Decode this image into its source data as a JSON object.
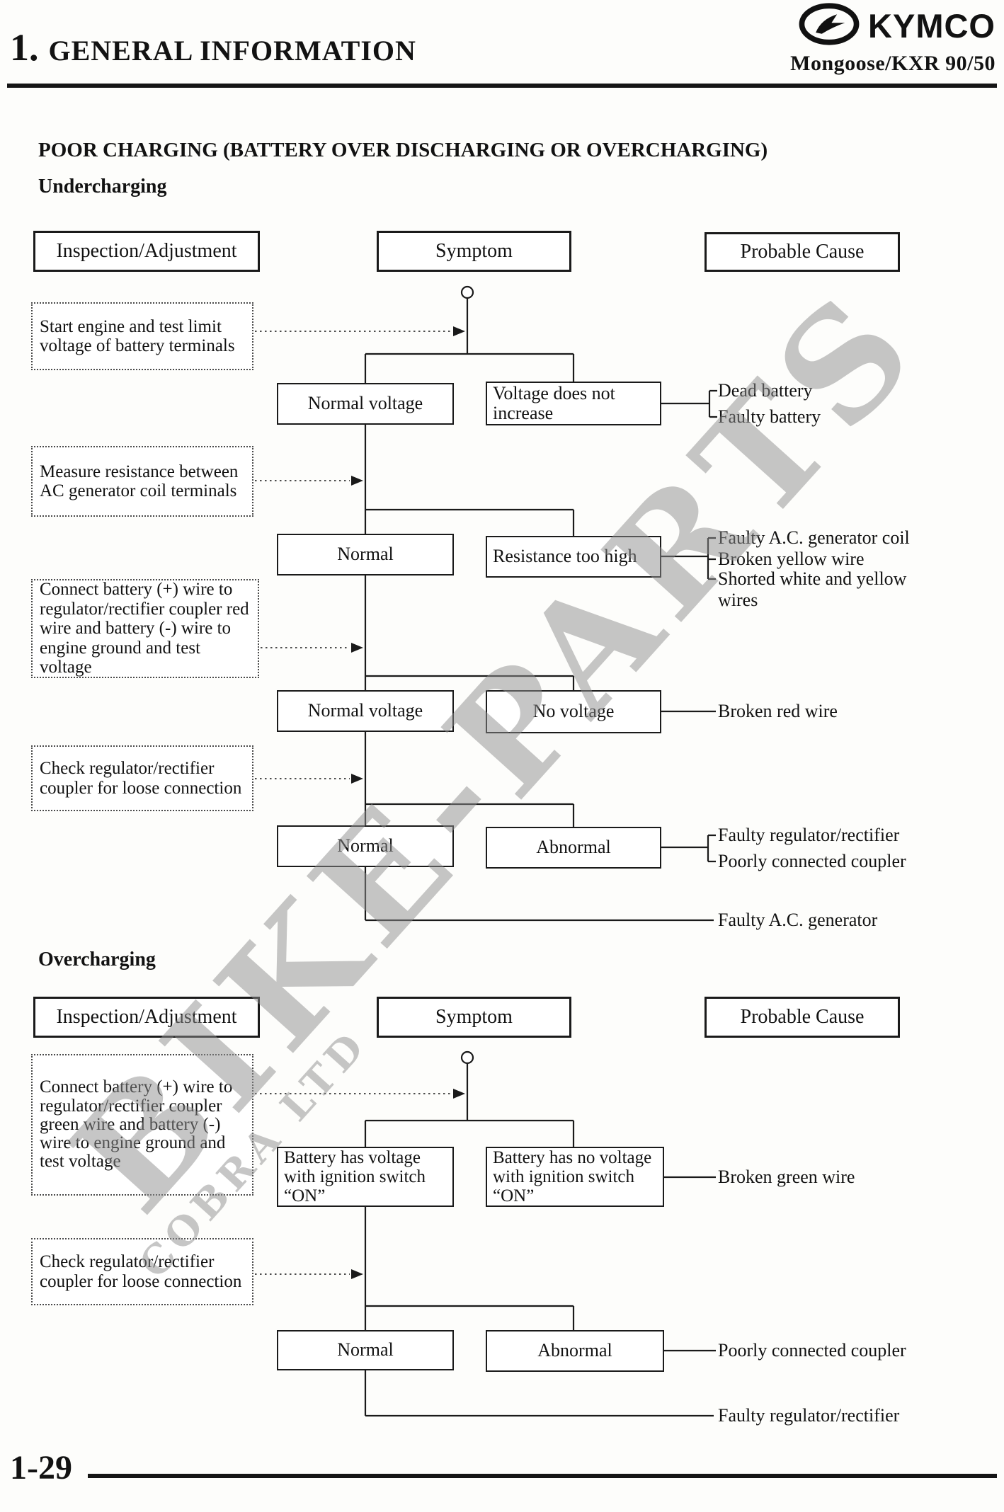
{
  "header": {
    "chapter_number": "1.",
    "chapter_title": "GENERAL INFORMATION",
    "brand": "KYMCO",
    "model": "Mongoose/KXR 90/50"
  },
  "doc": {
    "title": "POOR CHARGING (BATTERY OVER DISCHARGING OR OVERCHARGING)",
    "page_number": "1-29"
  },
  "watermark": {
    "line1": "BIKE-PARTS",
    "line2": "COBRA LTD"
  },
  "columns": {
    "inspection": "Inspection/Adjustment",
    "symptom": "Symptom",
    "cause": "Probable Cause"
  },
  "undercharging": {
    "heading": "Undercharging",
    "inspections": [
      "Start engine and test limit voltage of battery terminals",
      "Measure resistance between AC generator coil terminals",
      "Connect battery (+) wire to regulator/rectifier coupler red wire and battery (-) wire to engine ground and test voltage",
      "Check regulator/rectifier coupler for loose connection"
    ],
    "results": [
      "Normal voltage",
      "Normal",
      "Normal voltage",
      "Normal"
    ],
    "symptoms": [
      "Voltage does not increase",
      "Resistance too high",
      "No voltage",
      "Abnormal"
    ],
    "causes": [
      [
        "Dead battery",
        "Faulty battery"
      ],
      [
        "Faulty A.C. generator coil",
        "Broken yellow wire",
        "Shorted white and yellow wires"
      ],
      [
        "Broken red wire"
      ],
      [
        "Faulty regulator/rectifier",
        "Poorly connected coupler"
      ]
    ],
    "final_cause": "Faulty A.C. generator"
  },
  "overcharging": {
    "heading": "Overcharging",
    "inspections": [
      "Connect battery (+) wire to regulator/rectifier coupler green wire and battery (-) wire to engine ground and test voltage",
      "Check regulator/rectifier coupler for loose connection"
    ],
    "results": [
      "Battery has voltage with ignition switch “ON”",
      "Normal"
    ],
    "symptoms": [
      "Battery has no voltage with ignition switch “ON”",
      "Abnormal"
    ],
    "causes": [
      [
        "Broken green wire"
      ],
      [
        "Poorly connected coupler"
      ]
    ],
    "final_cause": "Faulty regulator/rectifier"
  }
}
